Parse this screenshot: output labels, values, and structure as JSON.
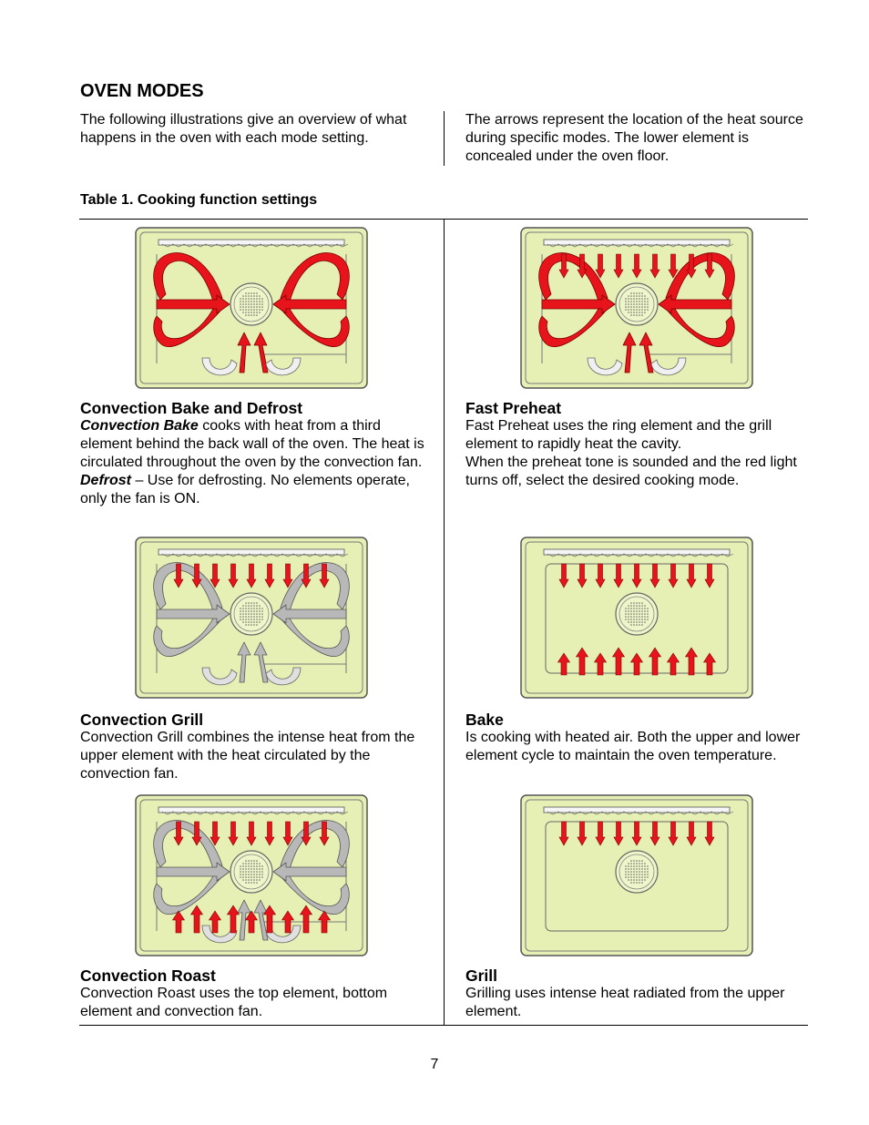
{
  "page": {
    "title": "OVEN MODES",
    "intro_left": "The following illustrations give an overview of what happens in the oven with each mode setting.",
    "intro_right": "The arrows represent the location of the heat source during specific modes. The lower element is concealed under the oven floor.",
    "table_caption": "Table 1.  Cooking function settings",
    "page_number": "7"
  },
  "modes": [
    {
      "heading": "Convection Bake and Defrost",
      "line1_term": "Convection Bake",
      "line1_rest": " cooks with heat from a third element behind the back wall of the oven. The heat is circulated throughout the oven by the convection fan.",
      "line2_term": "Defrost",
      "line2_rest": " – Use for defrosting. No elements operate, only the fan is ON."
    },
    {
      "heading": "Fast Preheat",
      "para1": "Fast Preheat uses the ring element and the grill element to rapidly heat the cavity.",
      "para2": "When the preheat tone is sounded and the red light turns off, select the desired cooking mode."
    },
    {
      "heading": "Convection Grill",
      "para1": "Convection Grill combines the intense heat from the upper element with the heat circulated by the convection fan."
    },
    {
      "heading": "Bake",
      "para1": "Is cooking with heated air. Both the upper and lower element cycle to maintain the oven temperature."
    },
    {
      "heading": "Convection Roast",
      "para1": "Convection Roast uses the top element, bottom element and convection fan."
    },
    {
      "heading": "Grill",
      "para1": "Grilling uses intense heat radiated from the upper element."
    }
  ],
  "illustrations": [
    {
      "name": "convection-bake-illustration",
      "swirl": "red",
      "top_arrows": false,
      "bottom_arrows": false,
      "bottom_loops": true
    },
    {
      "name": "fast-preheat-illustration",
      "swirl": "red",
      "top_arrows": true,
      "bottom_arrows": false,
      "bottom_loops": true
    },
    {
      "name": "convection-grill-illustration",
      "swirl": "gray",
      "top_arrows": true,
      "bottom_arrows": false,
      "bottom_loops": true
    },
    {
      "name": "bake-illustration",
      "swirl": "none",
      "top_arrows": true,
      "bottom_arrows": true,
      "bottom_loops": false
    },
    {
      "name": "convection-roast-illustration",
      "swirl": "gray",
      "top_arrows": true,
      "bottom_arrows": true,
      "bottom_loops": true
    },
    {
      "name": "grill-illustration",
      "swirl": "none",
      "top_arrows": true,
      "bottom_arrows": false,
      "bottom_loops": false
    }
  ],
  "colors": {
    "oven_fill": "#e6f0b4",
    "oven_stroke": "#555555",
    "heat_red": "#e8141b",
    "swirl_gray": "#b8b8b8"
  }
}
